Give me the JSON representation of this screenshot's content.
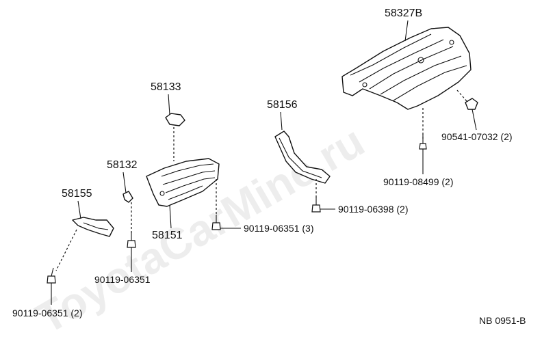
{
  "watermark": "ToyotaCarMine.ru",
  "diagram_code": "NB 0951-B",
  "parts": {
    "p58327B": "58327B",
    "p58133": "58133",
    "p58156": "58156",
    "p58132": "58132",
    "p58155": "58155",
    "p58151": "58151",
    "f90541": "90541-07032 (2)",
    "f90119_08499": "90119-08499 (2)",
    "f90119_06398": "90119-06398 (2)",
    "f90119_06351_3": "90119-06351 (3)",
    "f90119_06351": "90119-06351",
    "f90119_06351_2": "90119-06351 (2)"
  }
}
